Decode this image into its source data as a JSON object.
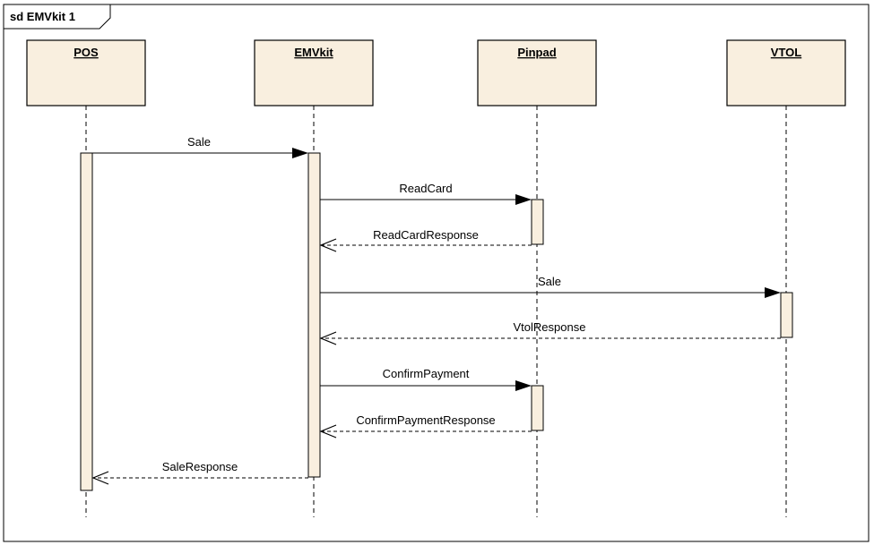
{
  "diagram": {
    "frame_label": "sd EMVkit 1",
    "lifelines": [
      {
        "id": "pos",
        "label": "POS"
      },
      {
        "id": "emvkit",
        "label": "EMVkit"
      },
      {
        "id": "pinpad",
        "label": "Pinpad"
      },
      {
        "id": "vtol",
        "label": "VTOL"
      }
    ],
    "messages": [
      {
        "id": "sale",
        "label": "Sale",
        "from": "pos",
        "to": "emvkit",
        "kind": "sync"
      },
      {
        "id": "readcard",
        "label": "ReadCard",
        "from": "emvkit",
        "to": "pinpad",
        "kind": "sync"
      },
      {
        "id": "readcard-response",
        "label": "ReadCardResponse",
        "from": "pinpad",
        "to": "emvkit",
        "kind": "reply"
      },
      {
        "id": "sale-vtol",
        "label": "Sale",
        "from": "emvkit",
        "to": "vtol",
        "kind": "sync"
      },
      {
        "id": "vtol-response",
        "label": "VtolResponse",
        "from": "vtol",
        "to": "emvkit",
        "kind": "reply"
      },
      {
        "id": "confirm-payment",
        "label": "ConfirmPayment",
        "from": "emvkit",
        "to": "pinpad",
        "kind": "sync"
      },
      {
        "id": "confirm-payment-response",
        "label": "ConfirmPaymentResponse",
        "from": "pinpad",
        "to": "emvkit",
        "kind": "reply"
      },
      {
        "id": "sale-response",
        "label": "SaleResponse",
        "from": "emvkit",
        "to": "pos",
        "kind": "reply"
      }
    ],
    "colors": {
      "lifeline_fill": "#f9efdf",
      "activation_fill": "#f9efdf",
      "stroke": "#000000",
      "background": "#ffffff"
    }
  }
}
